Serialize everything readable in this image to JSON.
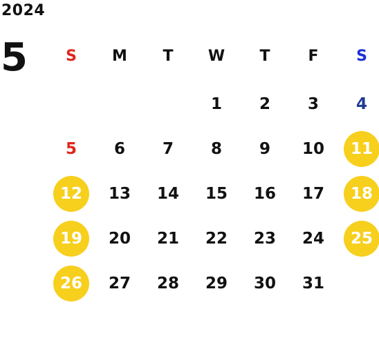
{
  "year": "2024",
  "month": "5",
  "colors": {
    "sunday": "#e0261b",
    "saturday": "#1f3b93",
    "saturday_header": "#1c2fd6",
    "weekday": "#111111",
    "holiday_circle": "#f7cf1d",
    "holiday_text": "#ffffff"
  },
  "weekdays": [
    "S",
    "M",
    "T",
    "W",
    "T",
    "F",
    "S"
  ],
  "weeks": [
    [
      {
        "day": ""
      },
      {
        "day": ""
      },
      {
        "day": ""
      },
      {
        "day": "1"
      },
      {
        "day": "2"
      },
      {
        "day": "3"
      },
      {
        "day": "4"
      }
    ],
    [
      {
        "day": "5"
      },
      {
        "day": "6"
      },
      {
        "day": "7"
      },
      {
        "day": "8"
      },
      {
        "day": "9"
      },
      {
        "day": "10"
      },
      {
        "day": "11",
        "holiday": true
      }
    ],
    [
      {
        "day": "12",
        "holiday": true
      },
      {
        "day": "13"
      },
      {
        "day": "14"
      },
      {
        "day": "15"
      },
      {
        "day": "16"
      },
      {
        "day": "17"
      },
      {
        "day": "18",
        "holiday": true
      }
    ],
    [
      {
        "day": "19",
        "holiday": true
      },
      {
        "day": "20"
      },
      {
        "day": "21"
      },
      {
        "day": "22"
      },
      {
        "day": "23"
      },
      {
        "day": "24"
      },
      {
        "day": "25",
        "holiday": true
      }
    ],
    [
      {
        "day": "26",
        "holiday": true
      },
      {
        "day": "27"
      },
      {
        "day": "28"
      },
      {
        "day": "29"
      },
      {
        "day": "30"
      },
      {
        "day": "31"
      },
      {
        "day": ""
      }
    ]
  ]
}
